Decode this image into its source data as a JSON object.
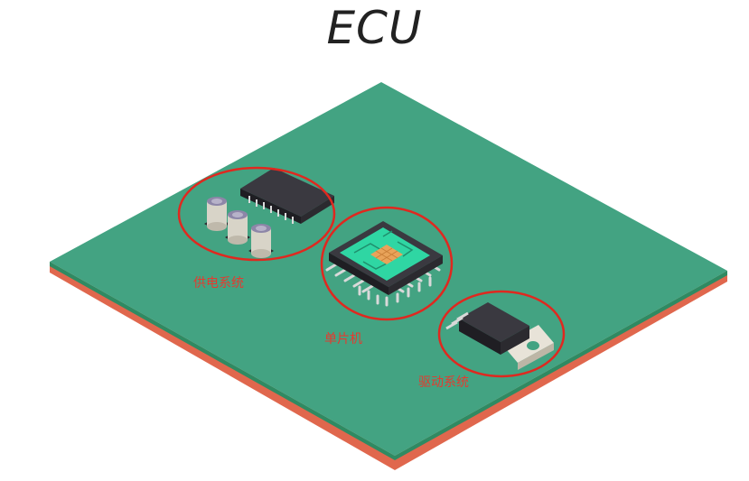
{
  "title": "ECU",
  "labels": {
    "power_system": "供电系统",
    "mcu": "单片机",
    "drive_system": "驱动系统"
  },
  "colors": {
    "board_top": "#43a382",
    "board_side_green": "#2f8a62",
    "board_side_copper": "#e0674d",
    "highlight_circle": "#e0281f",
    "label_text": "#e53a2f",
    "chip_body": "#2b2a2f",
    "mcu_die": "#2fd6a3",
    "mcu_core": "#e8a35a"
  },
  "icons": [
    "capacitor-icon",
    "soic-chip-icon",
    "qfp-mcu-icon",
    "to220-transistor-icon"
  ]
}
